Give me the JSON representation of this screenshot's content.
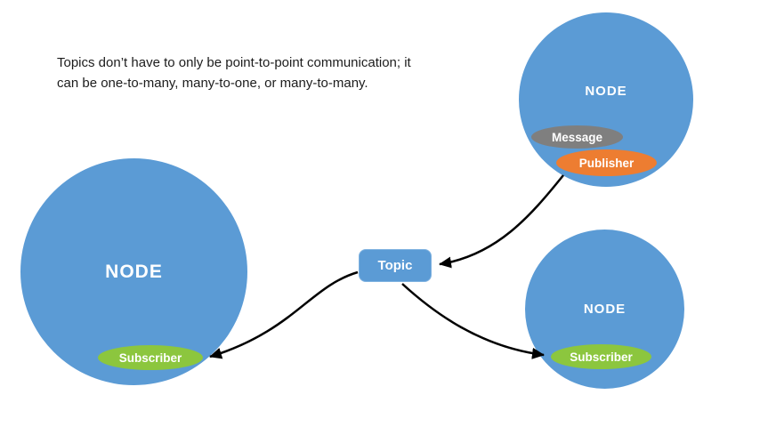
{
  "caption": {
    "line1": "Topics don’t have to only be point-to-point communication; it",
    "line2": "can be one-to-many, many-to-one, or many-to-many."
  },
  "topic": {
    "label": "Topic",
    "color": "#5b9bd5"
  },
  "nodes": {
    "left": {
      "label": "NODE",
      "subscriber_label": "Subscriber"
    },
    "top_right": {
      "label": "NODE",
      "message_label": "Message",
      "publisher_label": "Publisher"
    },
    "bottom_right": {
      "label": "NODE",
      "subscriber_label": "Subscriber"
    }
  },
  "colors": {
    "node_fill": "#5b9bd5",
    "subscriber_fill": "#8cc63e",
    "publisher_fill": "#ed7d31",
    "message_fill": "#7f7f7f",
    "arrow": "#000000",
    "background": "#ffffff",
    "caption_text": "#1c1c1c",
    "label_text": "#ffffff"
  }
}
